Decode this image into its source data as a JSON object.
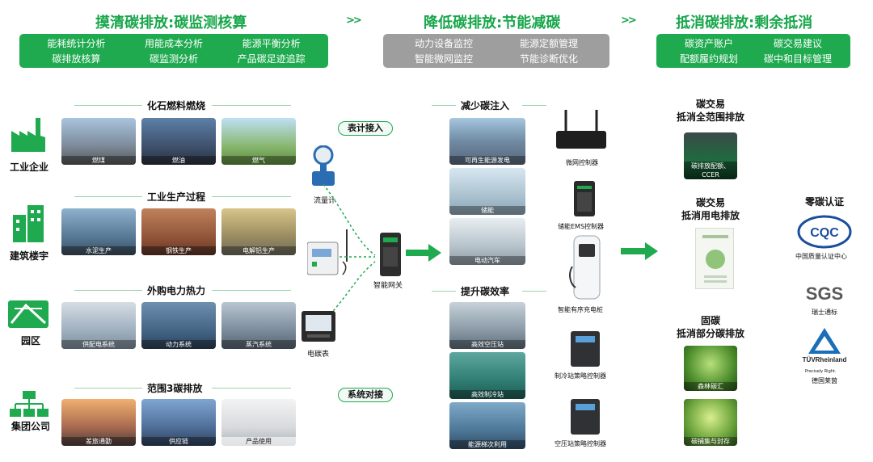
{
  "stage1": {
    "title": "摸清碳排放:碳监测核算",
    "items": [
      "能耗统计分析",
      "用能成本分析",
      "能源平衡分析",
      "碳排放核算",
      "碳监测分析",
      "产品碳足迹追踪"
    ]
  },
  "stage2": {
    "title": "降低碳排放:节能减碳",
    "items": [
      "动力设备监控",
      "能源定额管理",
      "智能微网监控",
      "节能诊断优化"
    ]
  },
  "stage3": {
    "title": "抵消碳排放:剩余抵消",
    "items": [
      "碳资产账户",
      "碳交易建议",
      "配额履约规划",
      "碳中和目标管理"
    ]
  },
  "arrows": ">>",
  "left": {
    "sections": [
      {
        "title": "化石燃料燃烧",
        "photos": [
          "燃煤",
          "燃油",
          "燃气"
        ]
      },
      {
        "title": "工业生产过程",
        "photos": [
          "水泥生产",
          "钢铁生产",
          "电解铝生产"
        ]
      },
      {
        "title": "外购电力热力",
        "photos": [
          "供配电系统",
          "动力系统",
          "蒸汽系统"
        ]
      },
      {
        "title": "范围3碳排放",
        "photos": [
          "差旅通勤",
          "供应链",
          "产品使用"
        ]
      }
    ],
    "categories": [
      "工业企业",
      "建筑楼宇",
      "园区",
      "集团公司"
    ]
  },
  "devices": {
    "meter_in": "表计接入",
    "flow_meter": "流量计",
    "gateway": "智能网关",
    "electric_meter": "电碳表",
    "system_link": "系统对接"
  },
  "middle": {
    "reduce": {
      "title": "减少碳注入",
      "photos": [
        "可再生能源发电",
        "储能",
        "电动汽车"
      ]
    },
    "efficiency": {
      "title": "提升碳效率",
      "photos": [
        "高效空压站",
        "高效制冷站",
        "能源梯次利用"
      ]
    },
    "controllers": [
      "微网控制器",
      "储能EMS控制器",
      "智能有序充电桩",
      "制冷站策略控制器",
      "空压站策略控制器"
    ]
  },
  "right": {
    "blocks": [
      {
        "title1": "碳交易",
        "title2": "抵消全范围排放",
        "caption": "碳排放配额、CCER"
      },
      {
        "title1": "碳交易",
        "title2": "抵消用电排放",
        "caption": ""
      },
      {
        "title1": "固碳",
        "title2": "抵消部分碳排放",
        "caption": "森林碳汇"
      },
      {
        "title1": "",
        "title2": "",
        "caption": "碳捕集与封存"
      }
    ],
    "cert": {
      "title": "零碳认证",
      "orgs": [
        {
          "logo": "CQC",
          "name": "中国质量认证中心"
        },
        {
          "logo": "SGS",
          "name": "瑞士通标"
        },
        {
          "logo": "TÜVRheinland",
          "sub": "Precisely Right.",
          "name": "德国莱茵"
        }
      ]
    }
  },
  "colors": {
    "accent": "#1faa4f",
    "gray": "#9e9e9e"
  }
}
